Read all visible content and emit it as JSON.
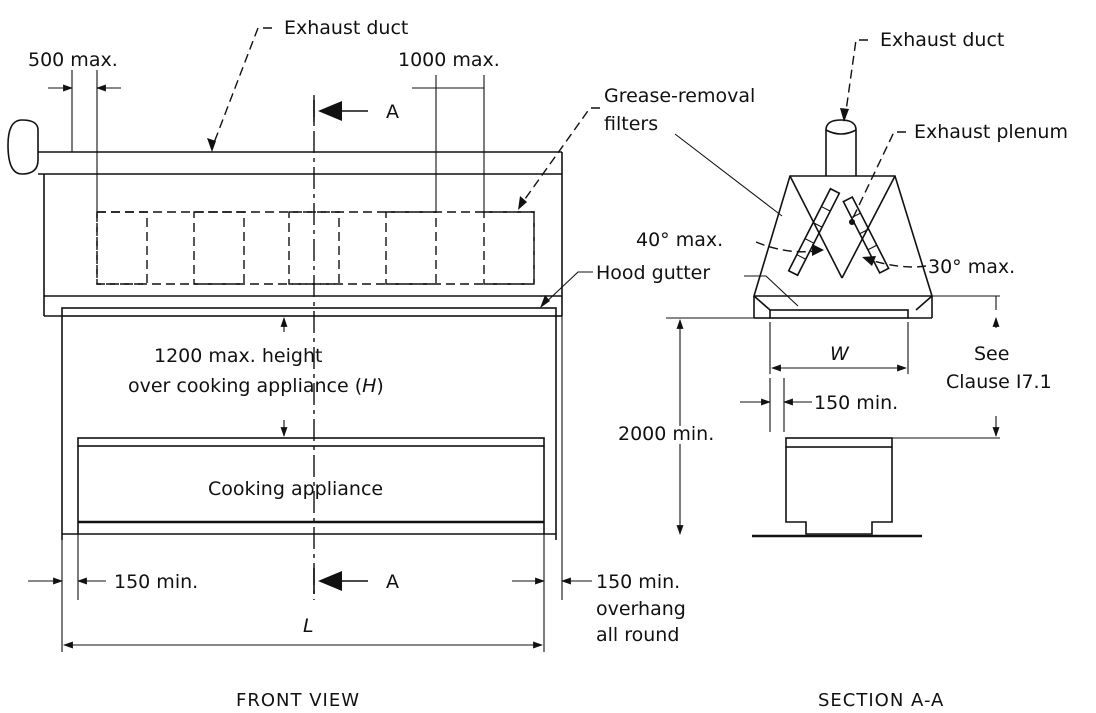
{
  "front_view": {
    "exhaust_duct": "Exhaust duct",
    "dim_500": "500 max.",
    "dim_1000": "1000 max.",
    "section_marker_top": "A",
    "section_marker_bottom": "A",
    "grease_filters_line1": "Grease-removal",
    "grease_filters_line2": "filters",
    "hood_gutter": "Hood gutter",
    "height_line1": "1200 max. height",
    "height_line2": "over cooking appliance (",
    "height_H": "H",
    "height_close": ")",
    "cooking_appliance": "Cooking appliance",
    "overhang_left": "150 min.",
    "overhang_right_line1": "150 min.",
    "overhang_right_line2": "overhang",
    "overhang_right_line3": "all round",
    "length": "L",
    "caption": "FRONT VIEW"
  },
  "section_view": {
    "exhaust_duct": "Exhaust duct",
    "exhaust_plenum": "Exhaust plenum",
    "angle_left": "40° max.",
    "angle_right": "30° max.",
    "width": "W",
    "clause_line1": "See",
    "clause_line2": "Clause I7.1",
    "gap": "150 min.",
    "height_min": "2000 min.",
    "caption": "SECTION A-A"
  }
}
